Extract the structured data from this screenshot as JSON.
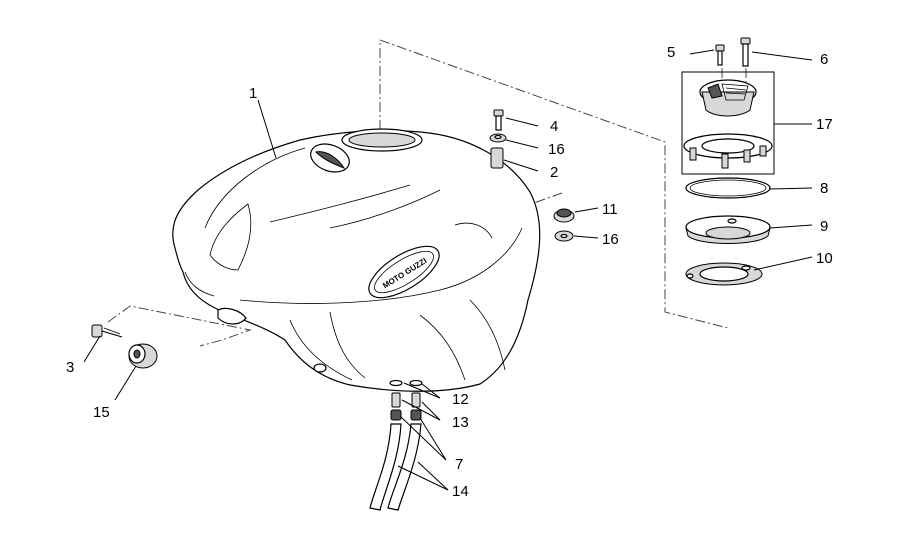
{
  "diagram": {
    "callouts": [
      {
        "id": "c1",
        "text": "1"
      },
      {
        "id": "c2",
        "text": "2"
      },
      {
        "id": "c3",
        "text": "3"
      },
      {
        "id": "c4",
        "text": "4"
      },
      {
        "id": "c5",
        "text": "5"
      },
      {
        "id": "c6",
        "text": "6"
      },
      {
        "id": "c7",
        "text": "7"
      },
      {
        "id": "c8",
        "text": "8"
      },
      {
        "id": "c9",
        "text": "9"
      },
      {
        "id": "c10",
        "text": "10"
      },
      {
        "id": "c11",
        "text": "11"
      },
      {
        "id": "c12",
        "text": "12"
      },
      {
        "id": "c13",
        "text": "13"
      },
      {
        "id": "c14",
        "text": "14"
      },
      {
        "id": "c15",
        "text": "15"
      },
      {
        "id": "c16a",
        "text": "16"
      },
      {
        "id": "c16b",
        "text": "16"
      },
      {
        "id": "c17",
        "text": "17"
      }
    ],
    "logo_text": "MOTO GUZZI",
    "colors": {
      "line": "#000000",
      "shade": "#d8d8d8",
      "background": "#ffffff"
    }
  }
}
